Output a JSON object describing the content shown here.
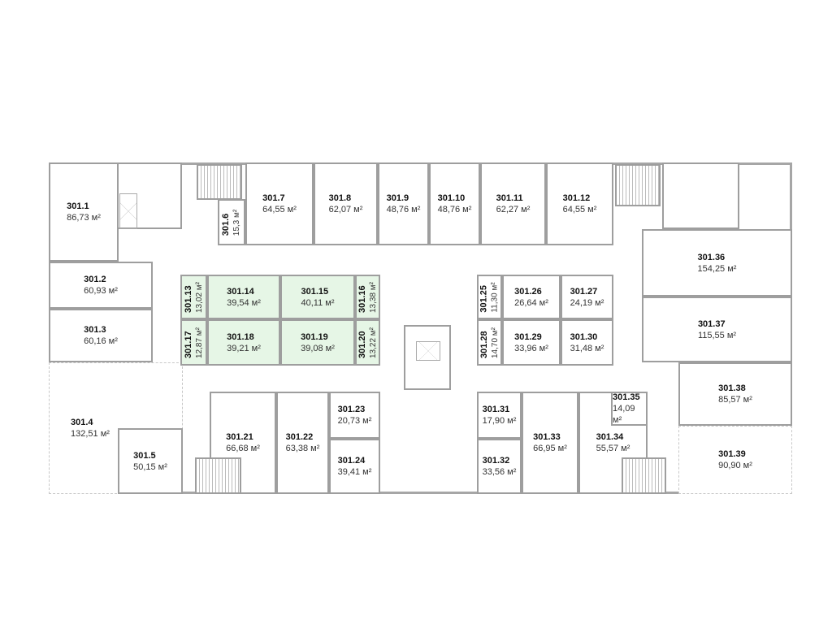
{
  "rooms": {
    "r1": {
      "id": "301.1",
      "area": "86,73 м²"
    },
    "r2": {
      "id": "301.2",
      "area": "60,93 м²"
    },
    "r3": {
      "id": "301.3",
      "area": "60,16 м²"
    },
    "r4": {
      "id": "301.4",
      "area": "132,51 м²"
    },
    "r5": {
      "id": "301.5",
      "area": "50,15 м²"
    },
    "r6": {
      "id": "301.6",
      "area": "15,3 м²"
    },
    "r7": {
      "id": "301.7",
      "area": "64,55 м²"
    },
    "r8": {
      "id": "301.8",
      "area": "62,07 м²"
    },
    "r9": {
      "id": "301.9",
      "area": "48,76 м²"
    },
    "r10": {
      "id": "301.10",
      "area": "48,76 м²"
    },
    "r11": {
      "id": "301.11",
      "area": "62,27 м²"
    },
    "r12": {
      "id": "301.12",
      "area": "64,55 м²"
    },
    "r13": {
      "id": "301.13",
      "area": "13,02 м²"
    },
    "r14": {
      "id": "301.14",
      "area": "39,54 м²"
    },
    "r15": {
      "id": "301.15",
      "area": "40,11 м²"
    },
    "r16": {
      "id": "301.16",
      "area": "13,38 м²"
    },
    "r17": {
      "id": "301.17",
      "area": "12,87 м²"
    },
    "r18": {
      "id": "301.18",
      "area": "39,21 м²"
    },
    "r19": {
      "id": "301.19",
      "area": "39,08 м²"
    },
    "r20": {
      "id": "301.20",
      "area": "13,22 м²"
    },
    "r21": {
      "id": "301.21",
      "area": "66,68 м²"
    },
    "r22": {
      "id": "301.22",
      "area": "63,38 м²"
    },
    "r23": {
      "id": "301.23",
      "area": "20,73 м²"
    },
    "r24": {
      "id": "301.24",
      "area": "39,41 м²"
    },
    "r25": {
      "id": "301.25",
      "area": "11,30 м²"
    },
    "r26": {
      "id": "301.26",
      "area": "26,64 м²"
    },
    "r27": {
      "id": "301.27",
      "area": "24,19 м²"
    },
    "r28": {
      "id": "301.28",
      "area": "14,70 м²"
    },
    "r29": {
      "id": "301.29",
      "area": "33,96 м²"
    },
    "r30": {
      "id": "301.30",
      "area": "31,48 м²"
    },
    "r31": {
      "id": "301.31",
      "area": "17,90 м²"
    },
    "r32": {
      "id": "301.32",
      "area": "33,56 м²"
    },
    "r33": {
      "id": "301.33",
      "area": "66,95 м²"
    },
    "r34": {
      "id": "301.34",
      "area": "55,57 м²"
    },
    "r35": {
      "id": "301.35",
      "area": "14,09 м²"
    },
    "r36": {
      "id": "301.36",
      "area": "154,25 м²"
    },
    "r37": {
      "id": "301.37",
      "area": "115,55 м²"
    },
    "r38": {
      "id": "301.38",
      "area": "85,57 м²"
    },
    "r39": {
      "id": "301.39",
      "area": "90,90 м²"
    }
  },
  "colors": {
    "selected": "#e6f6e6",
    "wall": "#9e9e9e"
  }
}
